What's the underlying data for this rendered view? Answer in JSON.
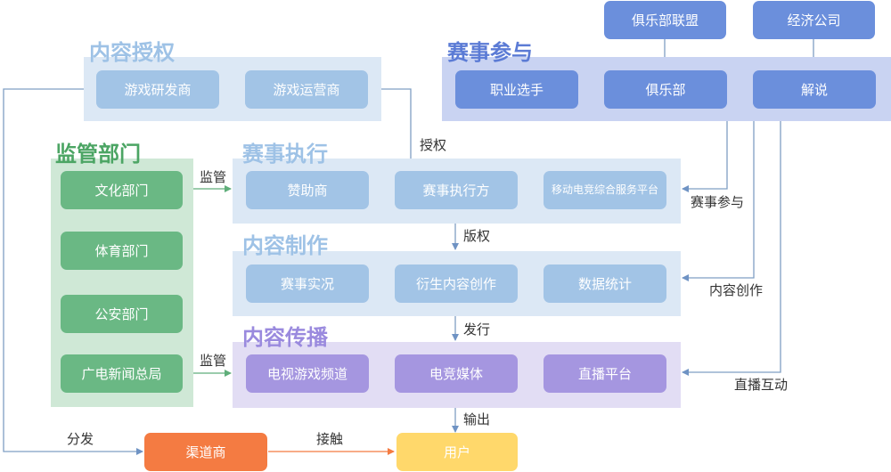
{
  "colors": {
    "blue_panel": "#dce8f5",
    "blue_node": "#a2c4e6",
    "blue_title": "#9ec2e6",
    "purple_panel_top": "#c9d3f2",
    "purple_node": "#6b8fdc",
    "purple_title": "#5b7bd5",
    "green_panel": "#cfe8d6",
    "green_node": "#6ab884",
    "green_title": "#4ca564",
    "lavender_panel": "#e2ddf4",
    "lavender_node": "#a596e0",
    "lavender_title": "#9a8ade",
    "orange_node": "#f47b42",
    "yellow_node": "#ffd86b",
    "line": "#7f9fc4"
  },
  "sections": {
    "content_auth": {
      "title": "内容授权",
      "nodes": [
        "游戏研发商",
        "游戏运营商"
      ]
    },
    "event_participation": {
      "title": "赛事参与",
      "nodes": [
        "职业选手",
        "俱乐部",
        "解说"
      ],
      "top_nodes": [
        "俱乐部联盟",
        "经济公司"
      ]
    },
    "supervision": {
      "title": "监管部门",
      "nodes": [
        "文化部门",
        "体育部门",
        "公安部门",
        "广电新闻总局"
      ]
    },
    "event_execution": {
      "title": "赛事执行",
      "nodes": [
        "赞助商",
        "赛事执行方",
        "移动电竞综合服务平台"
      ]
    },
    "content_production": {
      "title": "内容制作",
      "nodes": [
        "赛事实况",
        "衍生内容创作",
        "数据统计"
      ]
    },
    "content_distribution": {
      "title": "内容传播",
      "nodes": [
        "电视游戏频道",
        "电竞媒体",
        "直播平台"
      ]
    }
  },
  "bottom": {
    "channel": "渠道商",
    "user": "用户"
  },
  "edge_labels": {
    "authorize": "授权",
    "supervise_top": "监管",
    "supervise_bottom": "监管",
    "copyright": "版权",
    "publish": "发行",
    "output": "输出",
    "distribute": "分发",
    "contact": "接触",
    "participate": "赛事参与",
    "create": "内容创作",
    "live_interaction": "直播互动"
  }
}
